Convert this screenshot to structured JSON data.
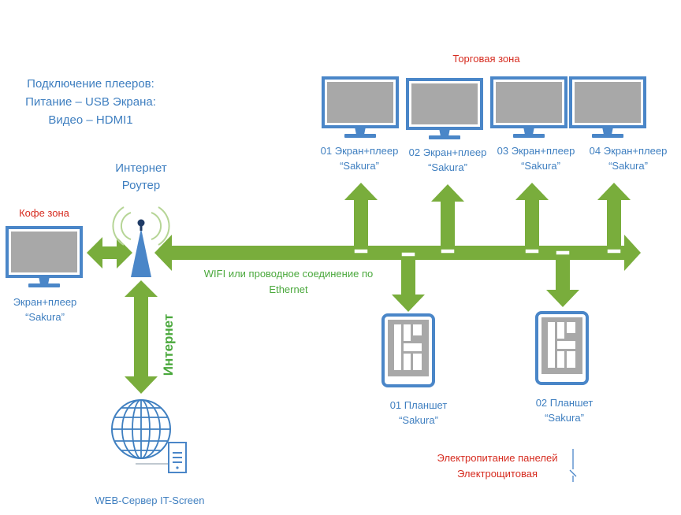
{
  "colors": {
    "accent_blue": "#4a86c8",
    "text_blue": "#3f7fc0",
    "arrow_green": "#79ad3c",
    "text_green": "#4aa83c",
    "text_red": "#d62b1f",
    "screen_grey": "#a8a8a8",
    "text_dark": "#404040"
  },
  "info": {
    "line1": "Подключение плееров:",
    "line2": "Питание – USB Экрана:",
    "line3": "Видео – HDMI1"
  },
  "zones": {
    "trade": "Торговая зона",
    "cafe": "Кофе зона"
  },
  "router": {
    "line1": "Интернет",
    "line2": "Роутер"
  },
  "monitors": [
    {
      "line1": "01 Экран+плеер",
      "line2": "“Sakura”"
    },
    {
      "line1": "02 Экран+плеер",
      "line2": "“Sakura”"
    },
    {
      "line1": "03 Экран+плеер",
      "line2": "“Sakura”"
    },
    {
      "line1": "04 Экран+плеер",
      "line2": "“Sakura”"
    }
  ],
  "cafe_monitor": {
    "line1": "Экран+плеер",
    "line2": "“Sakura”"
  },
  "link": {
    "line1": "WIFI или проводное соединение по",
    "line2": "Ethernet"
  },
  "internet_label": "Интернет",
  "tablets": [
    {
      "line1": "01 Планшет",
      "line2": "“Sakura”"
    },
    {
      "line1": "02 Планшет",
      "line2": "“Sakura”"
    }
  ],
  "server_label": "WEB-Сервер IT-Screen",
  "power": {
    "line1": "Электропитание панелей",
    "line2": "Электрощитовая"
  }
}
